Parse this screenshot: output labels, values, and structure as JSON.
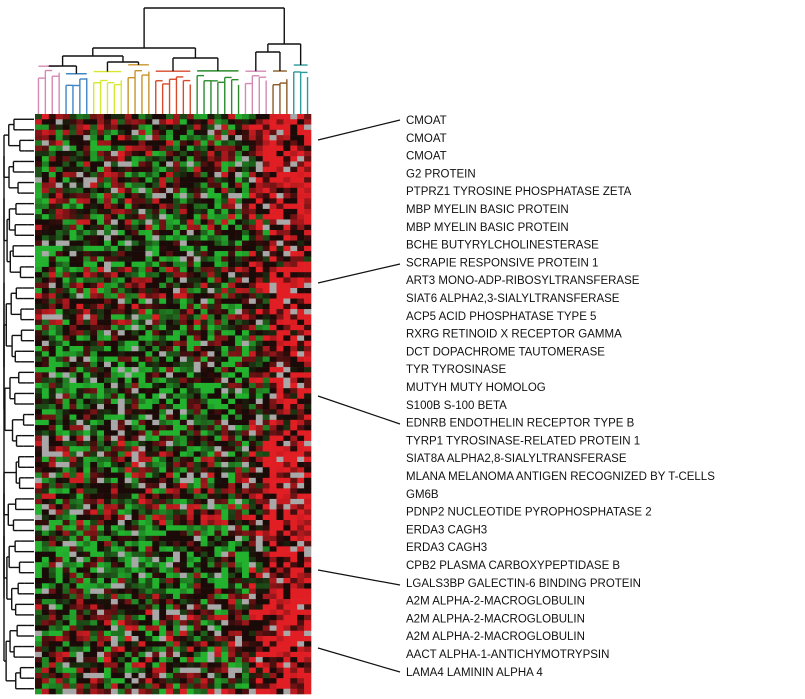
{
  "chart_data": {
    "type": "heatmap",
    "title": "",
    "xlabel": "",
    "ylabel": "",
    "legend": "none",
    "colors": {
      "high": "#e01e24",
      "mid_dark": "#1a0a08",
      "low": "#22b22e",
      "missing": "#a8a8a8",
      "tree": "#111111",
      "leader": "#111111"
    },
    "column_dendrogram_cluster_colors": [
      "#d488b4",
      "#3f86c4",
      "#d8e830",
      "#c8942a",
      "#d84a2a",
      "#2c8c2c",
      "#8a5a24",
      "#2a9a9a"
    ],
    "row_labels": [
      "CMOAT",
      "CMOAT",
      "CMOAT",
      "G2 PROTEIN",
      "PTPRZ1 TYROSINE PHOSPHATASE ZETA",
      "MBP MYELIN BASIC PROTEIN",
      "MBP MYELIN BASIC PROTEIN",
      "BCHE BUTYRYLCHOLINESTERASE",
      "SCRAPIE RESPONSIVE PROTEIN 1",
      "ART3 MONO-ADP-RIBOSYLTRANSFERASE",
      "SIAT6 ALPHA2,3-SIALYLTRANSFERASE",
      "ACP5 ACID PHOSPHATASE TYPE 5",
      "RXRG RETINOID  X RECEPTOR GAMMA",
      "DCT DOPACHROME TAUTOMERASE",
      "TYR TYROSINASE",
      "MUTYH MUTY HOMOLOG",
      "S100B S-100 BETA",
      "EDNRB ENDOTHELIN RECEPTOR TYPE B",
      "TYRP1 TYROSINASE-RELATED PROTEIN 1",
      "SIAT8A ALPHA2,8-SIALYLTRANSFERASE",
      "MLANA MELANOMA ANTIGEN RECOGNIZED BY T-CELLS",
      "GM6B",
      "PDNP2 NUCLEOTIDE PYROPHOSPHATASE 2",
      "ERDA3 CAGH3",
      "ERDA3 CAGH3",
      "CPB2 PLASMA CARBOXYPEPTIDASE B",
      "LGALS3BP GALECTIN-6 BINDING PROTEIN",
      "A2M ALPHA-2-MACROGLOBULIN",
      "A2M ALPHA-2-MACROGLOBULIN",
      "A2M ALPHA-2-MACROGLOBULIN",
      "AACT ALPHA-1-ANTICHYMOTRYPSIN",
      "LAMA4 LAMININ ALPHA 4"
    ]
  }
}
